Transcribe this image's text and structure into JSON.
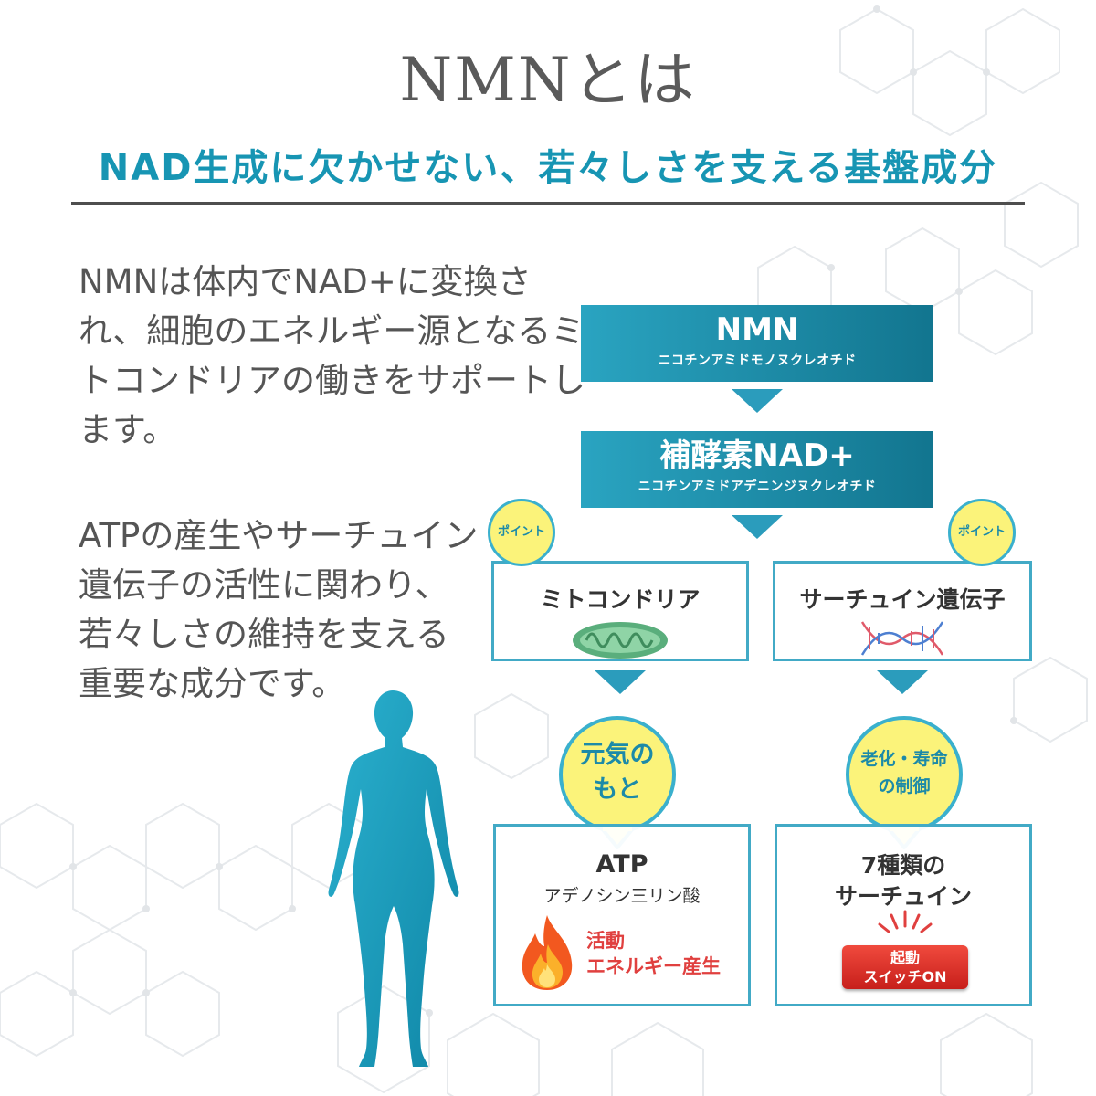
{
  "header": {
    "title": "NMNとは",
    "subtitle": "NAD生成に欠かせない、若々しさを支える基盤成分"
  },
  "intro": {
    "paragraph1": [
      "NMNは体内でNAD+に変換さ",
      "れ、細胞のエネルギー源となるミ",
      "トコンドリアの働きをサポートし",
      "ます。"
    ],
    "paragraph2": [
      "ATPの産生やサーチュイン",
      "遺伝子の活性に関わり、",
      "若々しさの維持を支える",
      "重要な成分です。"
    ]
  },
  "flow": {
    "nmn": {
      "label": "NMN",
      "sub": "ニコチンアミドモノヌクレオチド"
    },
    "nad": {
      "label": "補酵素NAD+",
      "sub": "ニコチンアミドアデニンジヌクレオチド"
    },
    "point_label": "ポイント",
    "mito": {
      "title": "ミトコンドリア"
    },
    "sirtuin": {
      "title": "サーチュイン遺伝子"
    },
    "energy_bubble": [
      "元気の",
      "もと"
    ],
    "aging_bubble": [
      "老化・寿命",
      "の制御"
    ],
    "atp": {
      "title": "ATP",
      "sub": "アデノシン三リン酸",
      "activity": [
        "活動",
        "エネルギー産生"
      ]
    },
    "sirtuin7": {
      "title": [
        "7種類の",
        "サーチュイン"
      ],
      "switch": [
        "起動",
        "スイッチON"
      ]
    }
  },
  "colors": {
    "accent": "#1795b3",
    "box_gradient": [
      "#2aa4c1",
      "#12758f"
    ],
    "badge_yellow": "#fbf37a",
    "silhouette": "#1aa0bf",
    "switch_red": "#d9302a"
  },
  "icons": [
    "mitochondria-icon",
    "dna-icon",
    "flame-icon",
    "human-silhouette-icon",
    "switch-rays-icon"
  ]
}
